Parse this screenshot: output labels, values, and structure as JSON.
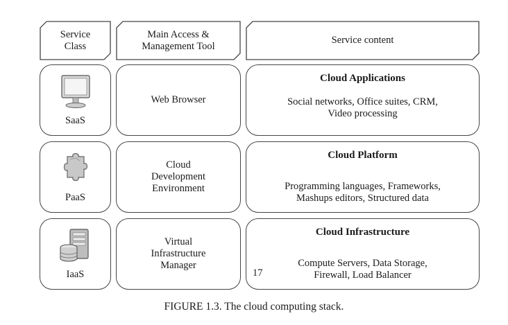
{
  "header": {
    "col1": [
      "Service",
      "Class"
    ],
    "col2": [
      "Main Access &",
      "Management Tool"
    ],
    "col3": "Service content"
  },
  "rows": [
    {
      "class": "SaaS",
      "icon": "monitor-icon",
      "tool": [
        "Web Browser"
      ],
      "title": "Cloud Applications",
      "content": [
        "Social networks, Office suites, CRM,",
        "Video processing"
      ]
    },
    {
      "class": "PaaS",
      "icon": "puzzle-piece-icon",
      "tool": [
        "Cloud",
        "Development",
        "Environment"
      ],
      "title": "Cloud Platform",
      "content": [
        "Programming languages, Frameworks,",
        "Mashups editors, Structured data"
      ]
    },
    {
      "class": "IaaS",
      "icon": "server-database-icon",
      "tool": [
        "Virtual",
        "Infrastructure",
        "Manager"
      ],
      "title": "Cloud Infrastructure",
      "content": [
        "Compute Servers, Data Storage,",
        "Firewall, Load Balancer"
      ]
    }
  ],
  "page_number": "17",
  "caption": "FIGURE 1.3.  The cloud computing  stack."
}
